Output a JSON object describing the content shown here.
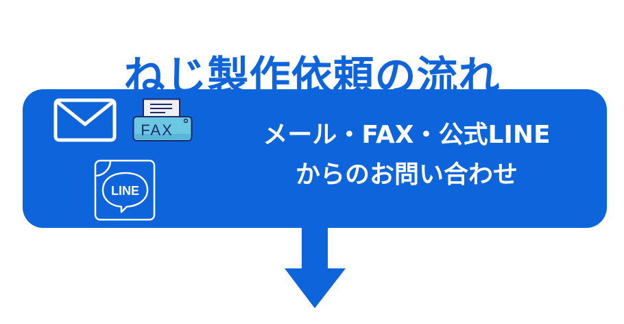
{
  "title": "ねじ製作依頼の流れ",
  "colors": {
    "primary": "#0d64db",
    "text_on_primary": "#ffffff",
    "fax_body": "#6cc7e3",
    "fax_outline": "#1b2a6b"
  },
  "steps": [
    {
      "lines": [
        "メール・FAX・公式LINE",
        "からのお問い合わせ"
      ],
      "icons": [
        {
          "name": "mail-icon"
        },
        {
          "name": "fax-icon",
          "label": "FAX"
        },
        {
          "name": "line-icon",
          "label": "LINE"
        }
      ]
    }
  ],
  "connector": {
    "name": "arrow-down-icon"
  }
}
